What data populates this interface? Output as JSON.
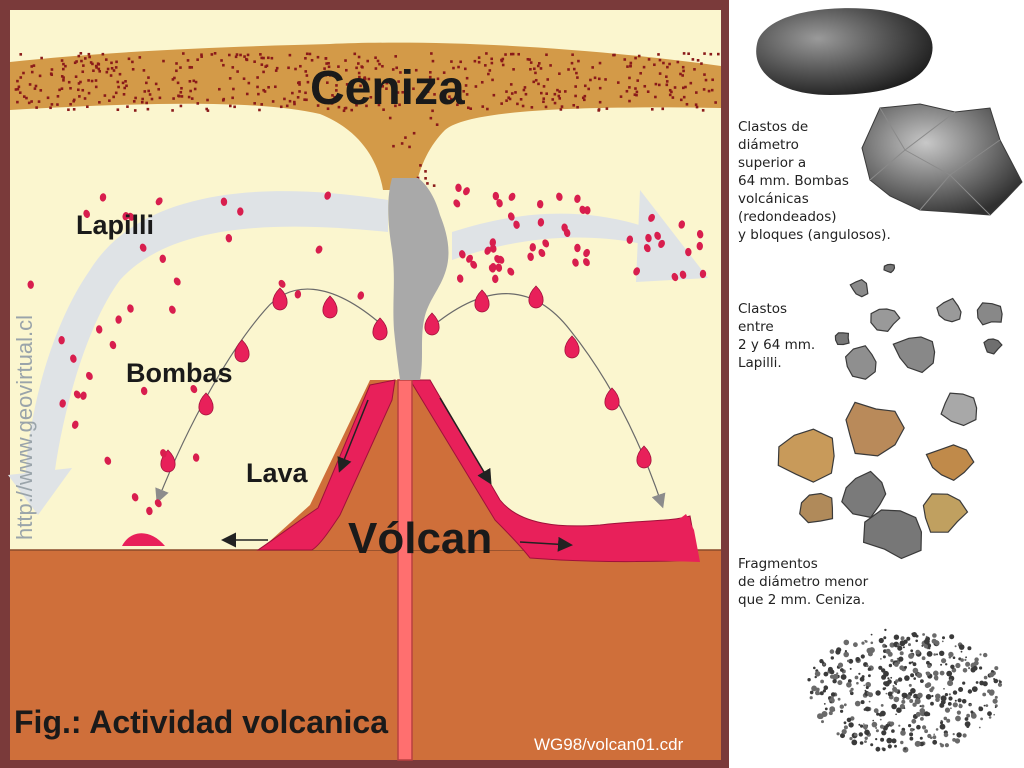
{
  "diagram": {
    "labels": {
      "ash": "Ceniza",
      "lapilli": "Lapilli",
      "bombs": "Bombas",
      "lava": "Lava",
      "volcano": "Vólcan",
      "caption": "Fig.: Actividad volcanica",
      "file_name": "WG98/volcan01.cdr",
      "site": "http://www.geovirtual.cl"
    },
    "colors": {
      "border": "#7a3a3a",
      "sky": "#fbf6cf",
      "ground": "#cf6f3a",
      "ash_cloud": "#d39a48",
      "ash_specks": "#8a1a1a",
      "lava": "#e8205a",
      "smoke": "#a9a9a9",
      "arrow_band": "#dfe3e6"
    }
  },
  "legend": {
    "bombs_text": "Clastos de\ndiámetro\nsuperior a\n64 mm. Bombas\nvolcánicas\n(redondeados)\ny bloques (angulosos).",
    "lapilli_text": "Clastos\nentre\n2 y 64 mm.\nLapilli.",
    "ash_text": "Fragmentos\nde diámetro menor\nque 2 mm. Ceniza."
  }
}
